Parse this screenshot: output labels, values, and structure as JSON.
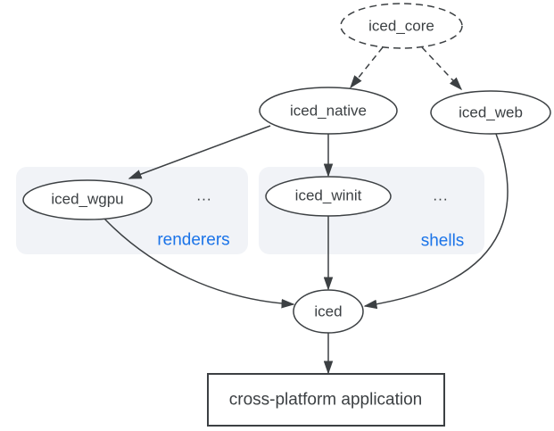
{
  "nodes": {
    "iced_core": "iced_core",
    "iced_native": "iced_native",
    "iced_web": "iced_web",
    "iced_wgpu": "iced_wgpu",
    "iced_winit": "iced_winit",
    "iced": "iced",
    "app": "cross-platform application"
  },
  "groups": {
    "renderers": {
      "label": "renderers",
      "ellipsis": "..."
    },
    "shells": {
      "label": "shells",
      "ellipsis": "..."
    }
  },
  "edges": [
    {
      "from": "iced_core",
      "to": "iced_native",
      "style": "dashed"
    },
    {
      "from": "iced_core",
      "to": "iced_web",
      "style": "dashed"
    },
    {
      "from": "iced_native",
      "to": "iced_wgpu",
      "style": "solid"
    },
    {
      "from": "iced_native",
      "to": "iced_winit",
      "style": "solid"
    },
    {
      "from": "iced_wgpu",
      "to": "iced",
      "style": "solid"
    },
    {
      "from": "iced_winit",
      "to": "iced",
      "style": "solid"
    },
    {
      "from": "iced_web",
      "to": "iced",
      "style": "solid"
    },
    {
      "from": "iced",
      "to": "cross-platform application",
      "style": "solid"
    }
  ],
  "colors": {
    "line": "#3c4043",
    "text": "#3c4043",
    "group_label": "#1a73e8",
    "group_background": "#f1f3f7",
    "node_fill": "#ffffff",
    "page_background": "#ffffff"
  }
}
